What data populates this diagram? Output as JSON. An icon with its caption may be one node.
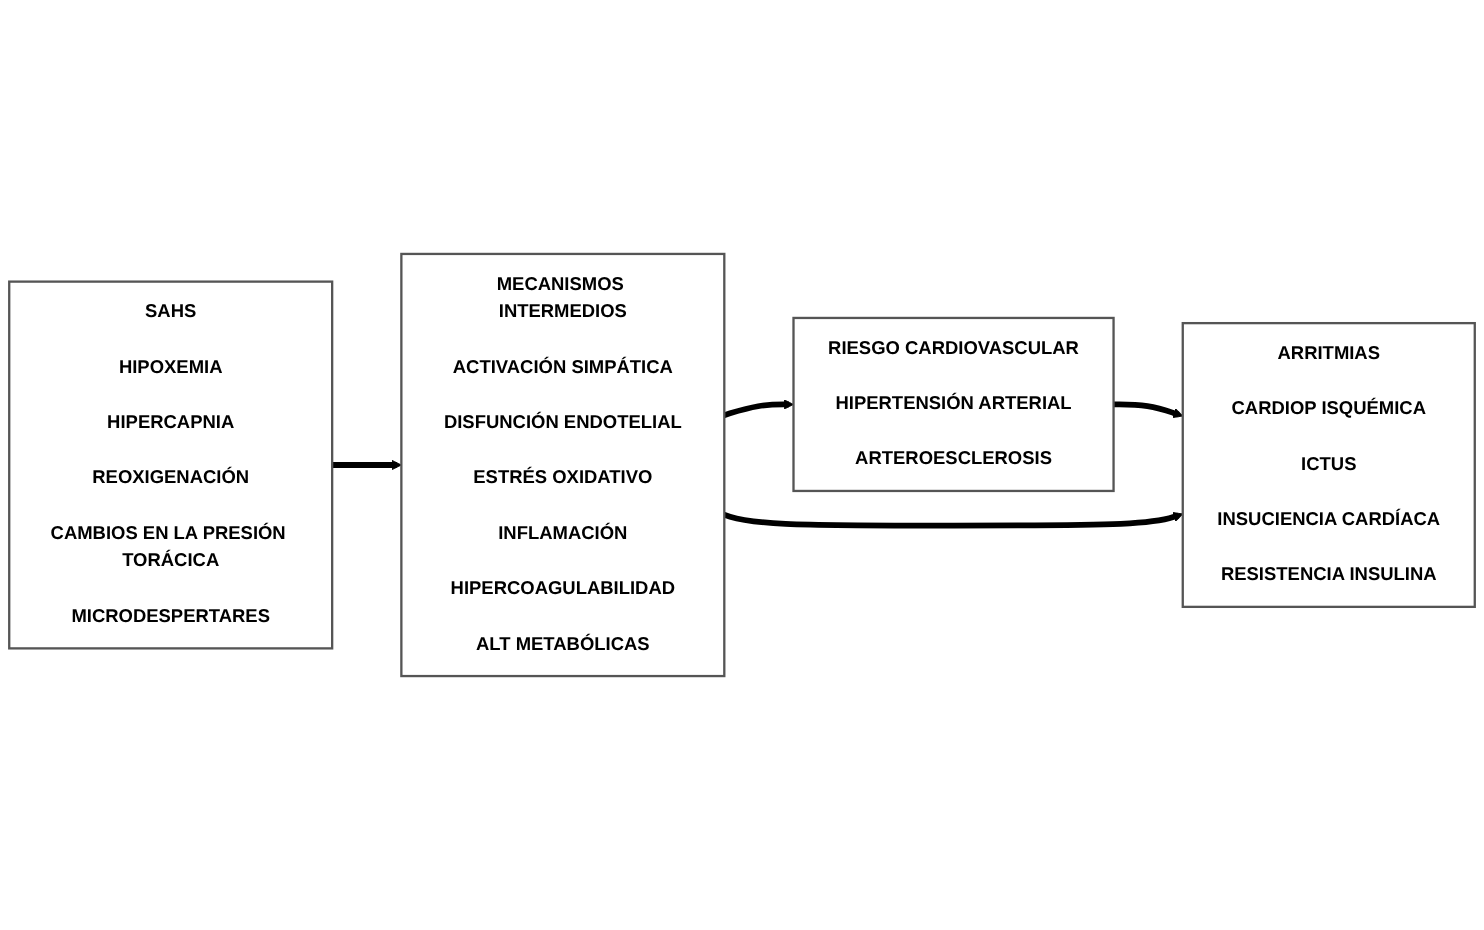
{
  "diagram": {
    "nodes": [
      {
        "text": [
          "SAHS",
          "HIPOXEMIA",
          "HIPERCAPNIA",
          "REOXIGENACIÓN",
          "CAMBIOS EN LA PRESIÓN TORÁCICA",
          "MICRODESPERTARES"
        ]
      },
      {
        "text": [
          "MECANISMOS INTERMEDIOS",
          "ACTIVACIÓN SIMPÁTICA",
          "DISFUNCIÓN ENDOTELIAL",
          "ESTRÉS OXIDATIVO",
          "INFLAMACIÓN",
          "HIPERCOAGULABILIDAD",
          "ALT METABÓLICAS"
        ]
      },
      {
        "text": [
          "RIESGO CARDIOVASCULAR",
          "HIPERTENSIÓN ARTERIAL",
          "ARTEROESCLEROSIS"
        ]
      },
      {
        "text": [
          "ARRITMIAS",
          "CARDIOP ISQUÉMICA",
          "ICTUS",
          "INSUCIENCIA CARDÍACA",
          "RESISTENCIA INSULINA"
        ]
      }
    ],
    "edges": [
      {
        "from": 0,
        "to": 1,
        "arrow": "to"
      },
      {
        "from": 1,
        "to": 2,
        "arrow": "to"
      },
      {
        "from": 2,
        "to": 3,
        "arrow": "to"
      },
      {
        "from": 1,
        "to": 3,
        "arrow": "to"
      }
    ]
  }
}
